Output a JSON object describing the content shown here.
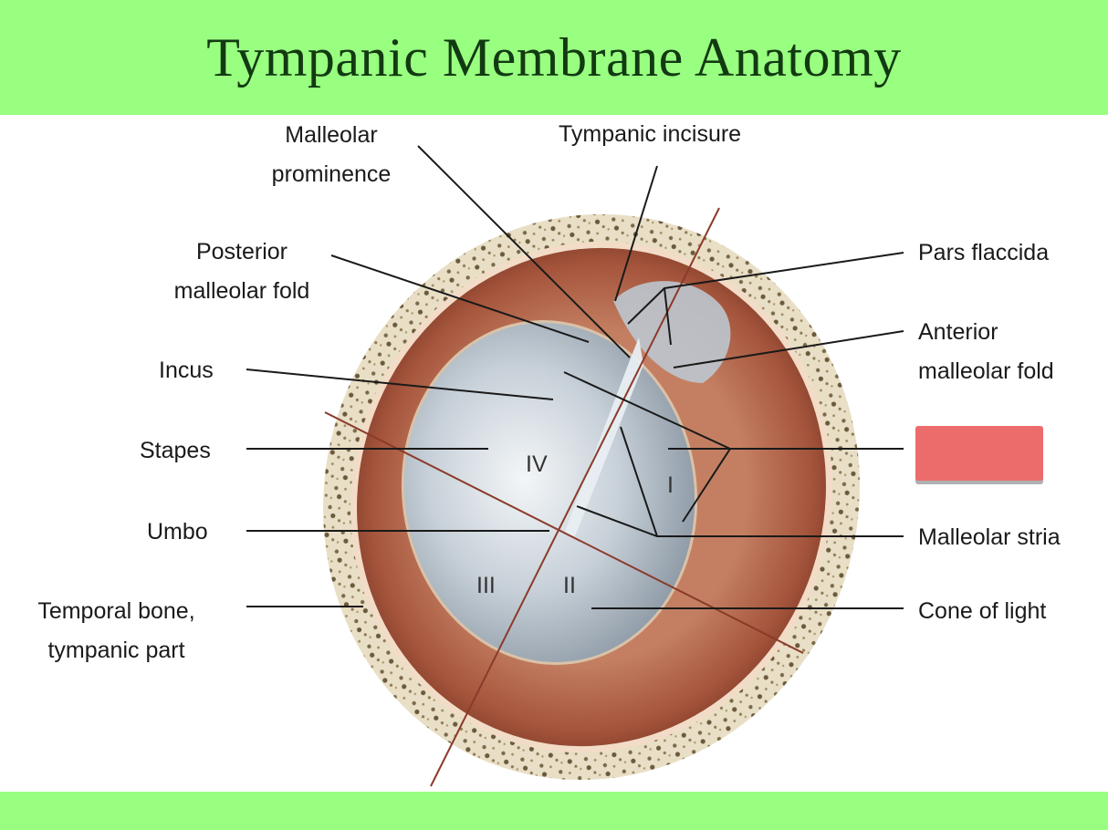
{
  "title": "Tympanic Membrane Anatomy",
  "labels": {
    "malleolar_prominence_1": "Malleolar",
    "malleolar_prominence_2": "prominence",
    "tympanic_incisure": "Tympanic incisure",
    "posterior_malleolar_fold_1": "Posterior",
    "posterior_malleolar_fold_2": "malleolar fold",
    "incus": "Incus",
    "stapes": "Stapes",
    "umbo": "Umbo",
    "temporal_bone_1": "Temporal bone,",
    "temporal_bone_2": "tympanic part",
    "pars_flaccida": "Pars flaccida",
    "anterior_malleolar_fold_1": "Anterior",
    "anterior_malleolar_fold_2": "malleolar fold",
    "malleolar_stria": "Malleolar stria",
    "cone_of_light": "Cone of light"
  },
  "quadrants": {
    "q1": "I",
    "q2": "II",
    "q3": "III",
    "q4": "IV"
  },
  "colors": {
    "header_bg": "#99ff80",
    "title_color": "#123a12",
    "hidden_label_box": "#ec6b6b",
    "bone": "#e8dcc0",
    "canal_wall": "#b36a4f",
    "membrane": "#c9d3db",
    "axis_line": "#8b3a2a"
  }
}
